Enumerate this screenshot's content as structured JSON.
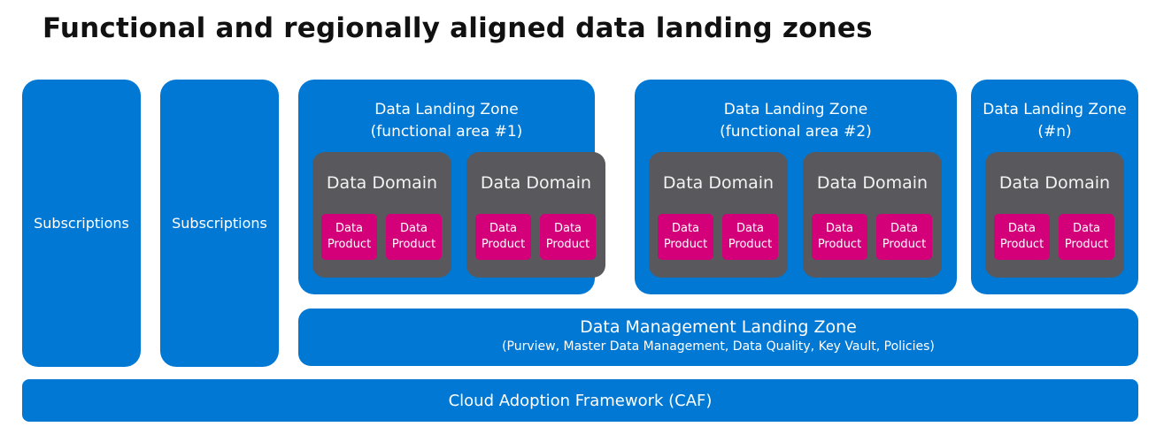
{
  "title": "Functional and regionally aligned data landing zones",
  "colors": {
    "landing_zone_blue": "#0078d4",
    "data_domain_gray": "#59585c",
    "data_product_magenta": "#d3007a"
  },
  "subscriptions": [
    {
      "label": "Subscriptions"
    },
    {
      "label": "Subscriptions"
    }
  ],
  "landing_zones": [
    {
      "title_line1": "Data Landing Zone",
      "title_line2": "(functional area #1)",
      "domains": [
        {
          "label": "Data Domain",
          "products": [
            "Data Product",
            "Data Product"
          ]
        },
        {
          "label": "Data Domain",
          "products": [
            "Data Product",
            "Data Product"
          ]
        }
      ]
    },
    {
      "title_line1": "Data Landing Zone",
      "title_line2": "(functional area #2)",
      "domains": [
        {
          "label": "Data Domain",
          "products": [
            "Data Product",
            "Data Product"
          ]
        },
        {
          "label": "Data Domain",
          "products": [
            "Data Product",
            "Data Product"
          ]
        }
      ]
    },
    {
      "title_line1": "Data Landing Zone",
      "title_line2": "(#n)",
      "domains": [
        {
          "label": "Data Domain",
          "products": [
            "Data Product",
            "Data Product"
          ]
        }
      ]
    }
  ],
  "data_management_zone": {
    "title": "Data Management Landing Zone",
    "subtitle": "(Purview, Master Data Management, Data Quality, Key Vault, Policies)"
  },
  "caf": {
    "label": "Cloud Adoption Framework (CAF)"
  }
}
